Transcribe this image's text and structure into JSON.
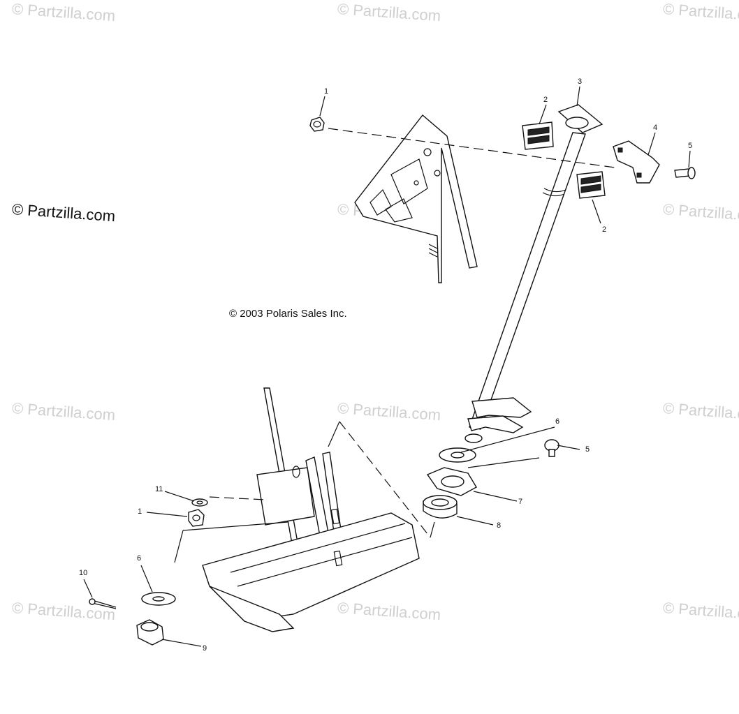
{
  "watermark_text": "© Partzilla.com",
  "copyright": "© 2003 Polaris Sales Inc.",
  "callouts": [
    {
      "id": "c1a",
      "label": "1"
    },
    {
      "id": "c2a",
      "label": "2"
    },
    {
      "id": "c3",
      "label": "3"
    },
    {
      "id": "c4",
      "label": "4"
    },
    {
      "id": "c5a",
      "label": "5"
    },
    {
      "id": "c2b",
      "label": "2"
    },
    {
      "id": "c6a",
      "label": "6"
    },
    {
      "id": "c5b",
      "label": "5"
    },
    {
      "id": "c7",
      "label": "7"
    },
    {
      "id": "c8",
      "label": "8"
    },
    {
      "id": "c11",
      "label": "11"
    },
    {
      "id": "c1b",
      "label": "1"
    },
    {
      "id": "c6b",
      "label": "6"
    },
    {
      "id": "c10",
      "label": "10"
    },
    {
      "id": "c9",
      "label": "9"
    }
  ]
}
